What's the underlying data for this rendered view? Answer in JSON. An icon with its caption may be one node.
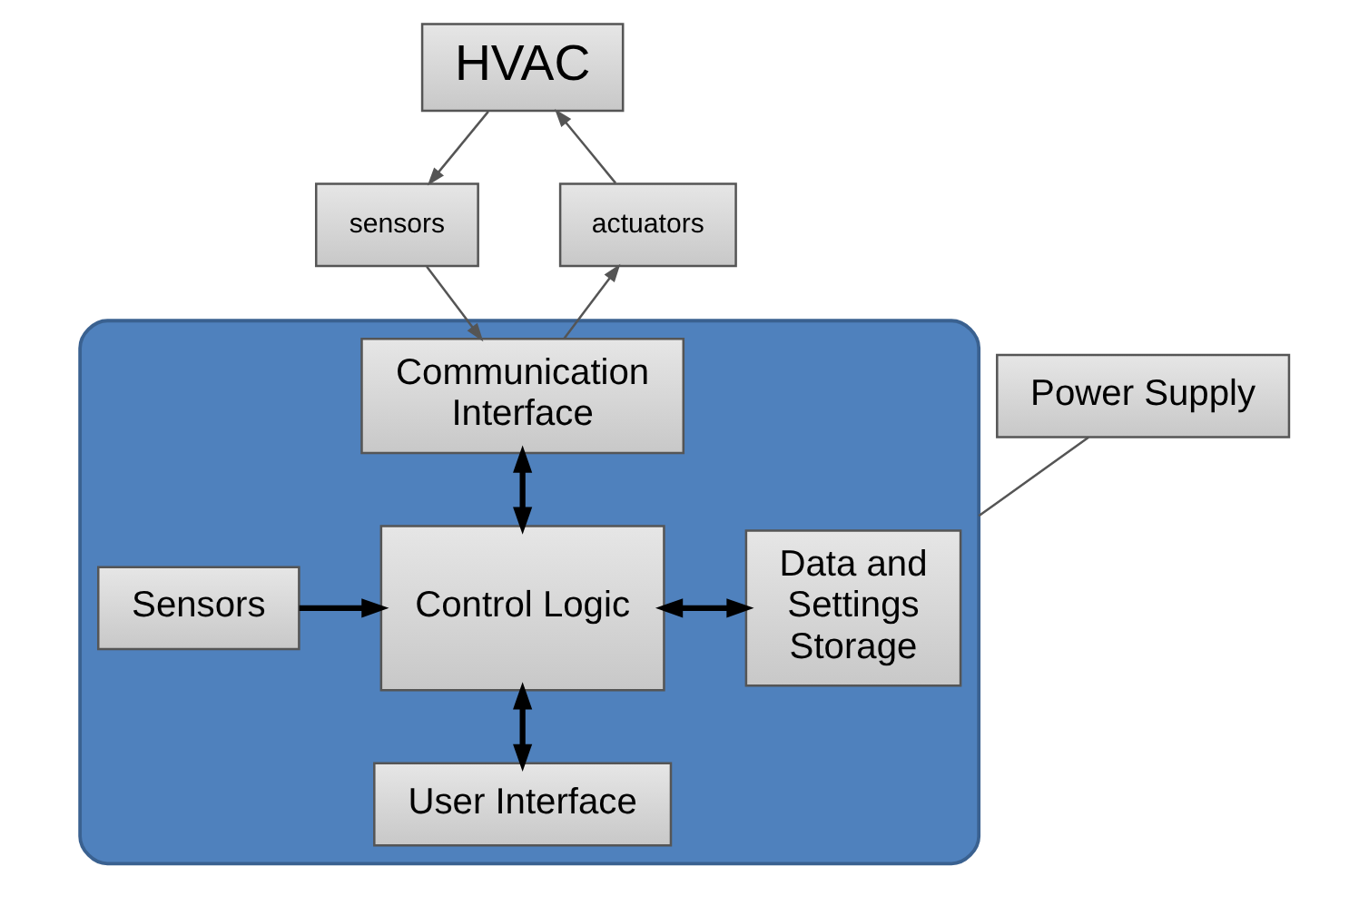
{
  "diagram": {
    "nodes": [
      {
        "text": [
          "HVAC"
        ]
      },
      {
        "text": [
          "actuators"
        ]
      },
      {
        "text": [
          "sensors"
        ]
      },
      {
        "text": [],
        "shape": "box"
      },
      {
        "text": [
          "Communication Interface"
        ],
        "in": 3
      },
      {
        "text": [
          "Sensors"
        ],
        "in": 3
      },
      {
        "text": [
          "Control Logic"
        ],
        "in": 3
      },
      {
        "text": [
          "Data and Settings Storage"
        ],
        "in": 3
      },
      {
        "text": [
          "User Interface"
        ],
        "in": 3
      },
      {
        "text": [
          "Power Supply"
        ]
      }
    ],
    "edges": [
      {
        "from": 1,
        "to": 0,
        "arrow": "to"
      },
      {
        "from": 0,
        "to": 2,
        "arrow": "to"
      },
      {
        "from": 4,
        "to": 1,
        "arrow": "to"
      },
      {
        "from": 2,
        "to": 4,
        "arrow": "to"
      },
      {
        "from": 4,
        "to": 6,
        "arrow": "both",
        "style": "thick"
      },
      {
        "from": 5,
        "to": 6,
        "arrow": "to",
        "style": "thick"
      },
      {
        "from": 6,
        "to": 7,
        "arrow": "both",
        "style": "thick"
      },
      {
        "from": 6,
        "to": 8,
        "arrow": "both",
        "style": "thick"
      },
      {
        "from": 9,
        "to": 3,
        "arrow": "none"
      }
    ]
  }
}
